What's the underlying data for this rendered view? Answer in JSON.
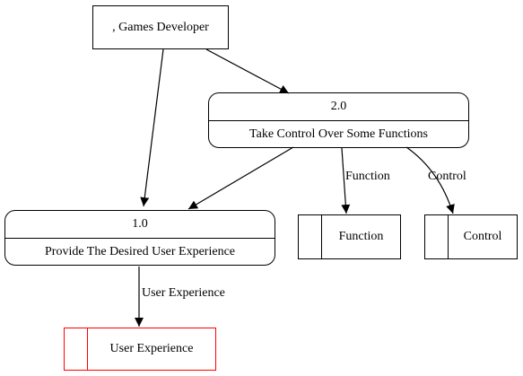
{
  "diagram": {
    "entity": {
      "label": ", Games Developer"
    },
    "process_2": {
      "id": "2.0",
      "name": "Take Control Over Some Functions"
    },
    "process_1": {
      "id": "1.0",
      "name": "Provide The Desired User Experience"
    },
    "store_function": {
      "id": "",
      "name": "Function"
    },
    "store_control": {
      "id": "",
      "name": "Control"
    },
    "store_user_experience": {
      "id": "",
      "name": "User Experience",
      "border_color": "#ff0000"
    },
    "edge_labels": {
      "function": "Function",
      "control": "Control",
      "user_experience": "User Experience"
    }
  }
}
